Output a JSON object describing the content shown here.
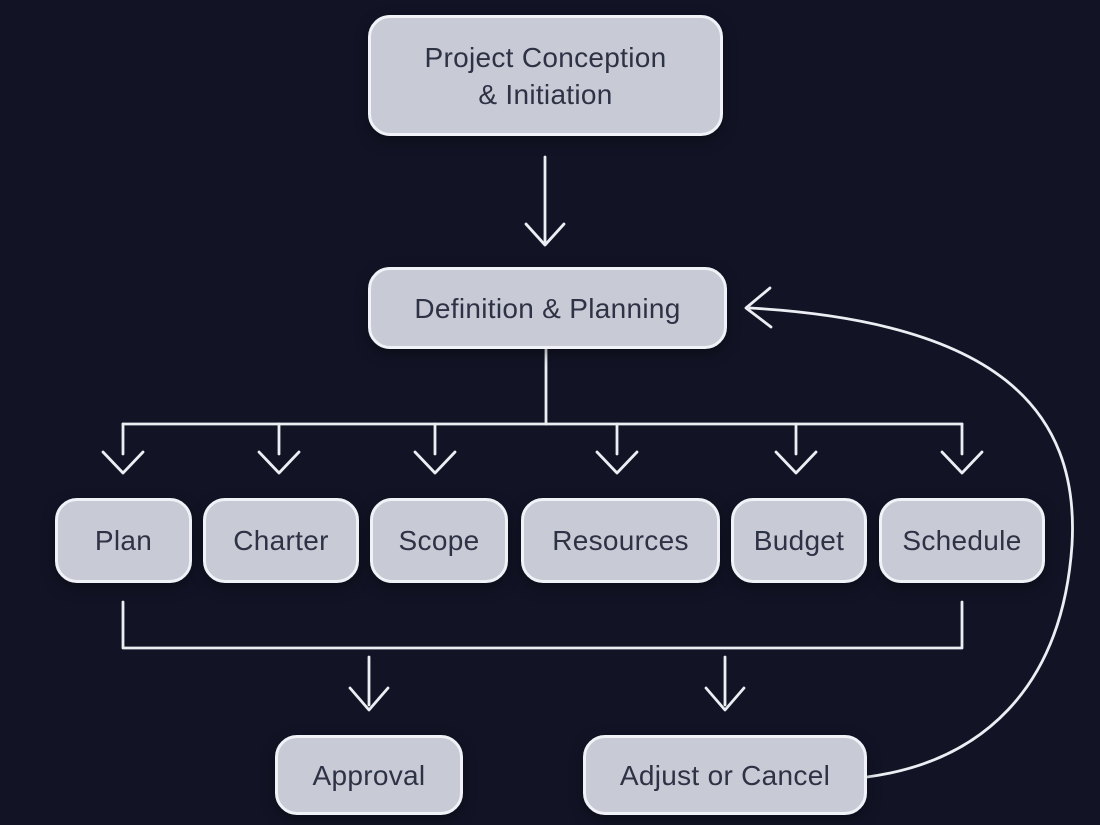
{
  "diagram": {
    "title": "Project phases flowchart",
    "colors": {
      "background": "#121426",
      "node_fill": "#c8cad6",
      "node_border": "#f1f2f7",
      "text_color": "#2e3245",
      "line_color": "#edeef4"
    },
    "nodes": [
      {
        "id": "conception",
        "label": "Project Conception\n& Initiation"
      },
      {
        "id": "definition",
        "label": "Definition & Planning"
      },
      {
        "id": "plan",
        "label": "Plan"
      },
      {
        "id": "charter",
        "label": "Charter"
      },
      {
        "id": "scope",
        "label": "Scope"
      },
      {
        "id": "resources",
        "label": "Resources"
      },
      {
        "id": "budget",
        "label": "Budget"
      },
      {
        "id": "schedule",
        "label": "Schedule"
      },
      {
        "id": "approval",
        "label": "Approval"
      },
      {
        "id": "adjust",
        "label": "Adjust or Cancel"
      }
    ],
    "edges": [
      {
        "from": "conception",
        "to": "definition"
      },
      {
        "from": "definition",
        "to": "plan"
      },
      {
        "from": "definition",
        "to": "charter"
      },
      {
        "from": "definition",
        "to": "scope"
      },
      {
        "from": "definition",
        "to": "resources"
      },
      {
        "from": "definition",
        "to": "budget"
      },
      {
        "from": "definition",
        "to": "schedule"
      },
      {
        "from": "plan-through-schedule",
        "to": "approval"
      },
      {
        "from": "plan-through-schedule",
        "to": "adjust"
      },
      {
        "from": "adjust",
        "to": "definition",
        "type": "feedback-loop"
      }
    ]
  }
}
